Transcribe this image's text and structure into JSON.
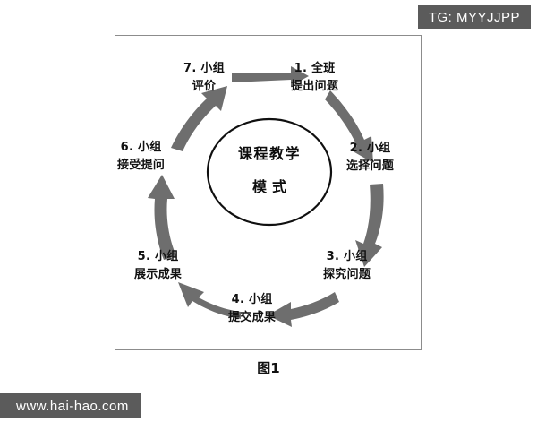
{
  "watermarks": {
    "top_right": "TG: MYYJJPP",
    "bottom_left": "www.hai-hao.com"
  },
  "figure": {
    "caption": "图1",
    "center": {
      "line1": "课程教学",
      "line2": "模式"
    },
    "nodes": [
      {
        "id": 1,
        "line1": "1. 全班",
        "line2": "提出问题"
      },
      {
        "id": 2,
        "line1": "2. 小组",
        "line2": "选择问题"
      },
      {
        "id": 3,
        "line1": "3. 小组",
        "line2": "探究问题"
      },
      {
        "id": 4,
        "line1": "4. 小组",
        "line2": "提交成果"
      },
      {
        "id": 5,
        "line1": "5. 小组",
        "line2": "展示成果"
      },
      {
        "id": 6,
        "line1": "6. 小组",
        "line2": "接受提问"
      },
      {
        "id": 7,
        "line1": "7. 小组",
        "line2": "评价"
      }
    ]
  },
  "colors": {
    "arrow": "#6e6e6e",
    "frame_border": "#8c8c8c",
    "badge_background": "#5b5b5b",
    "badge_text": "#ffffff",
    "circle_stroke": "#101010",
    "text": "#111111"
  }
}
